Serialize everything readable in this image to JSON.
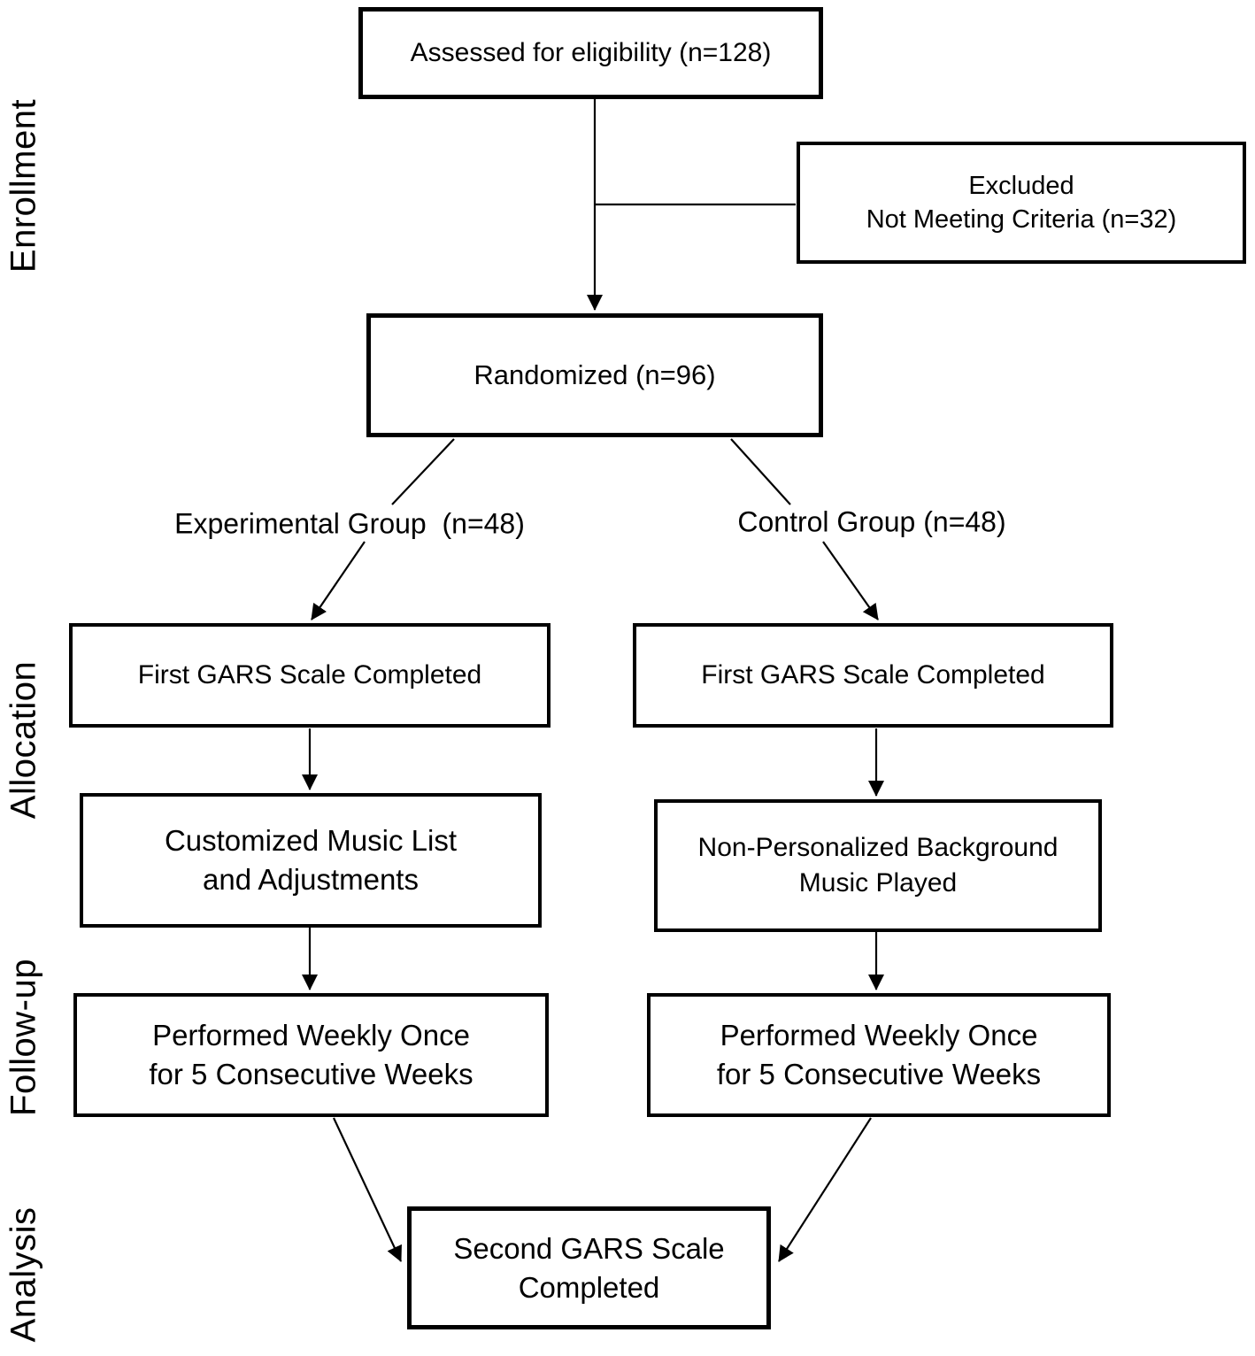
{
  "figure": {
    "background": "#ffffff",
    "line_color": "#000000",
    "text_color": "#000000"
  },
  "stages": [
    {
      "id": "enrollment",
      "label": "Enrollment"
    },
    {
      "id": "allocation",
      "label": "Allocation"
    },
    {
      "id": "followup",
      "label": "Follow-up"
    },
    {
      "id": "analysis",
      "label": "Analysis"
    }
  ],
  "nodes": {
    "assessed": "Assessed for eligibility (n=128)",
    "excluded": "Excluded\nNot Meeting Criteria (n=32)",
    "randomized": "Randomized (n=96)",
    "experimental_group": "Experimental Group  (n=48)",
    "control_group": "Control Group (n=48)",
    "first_gars_left": "First GARS Scale Completed",
    "first_gars_right": "First GARS Scale Completed",
    "customized_music": "Customized Music List\nand Adjustments",
    "non_personalized_music": "Non-Personalized Background\nMusic Played",
    "weekly_left": "Performed Weekly Once\nfor 5 Consecutive Weeks",
    "weekly_right": "Performed Weekly Once\nfor 5 Consecutive Weeks",
    "second_gars": "Second GARS Scale\nCompleted"
  }
}
